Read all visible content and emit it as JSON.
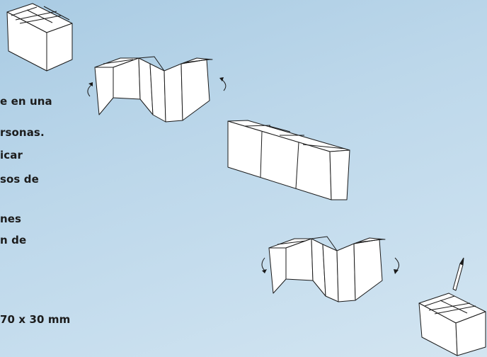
{
  "text_lines": [
    "e en una",
    "rsonas.",
    "icar",
    "sos de",
    "nes",
    "n de",
    "70 x 30 mm"
  ],
  "icons": [
    "rotate-left-arrow-icon",
    "rotate-right-arrow-icon",
    "pencil-icon"
  ]
}
